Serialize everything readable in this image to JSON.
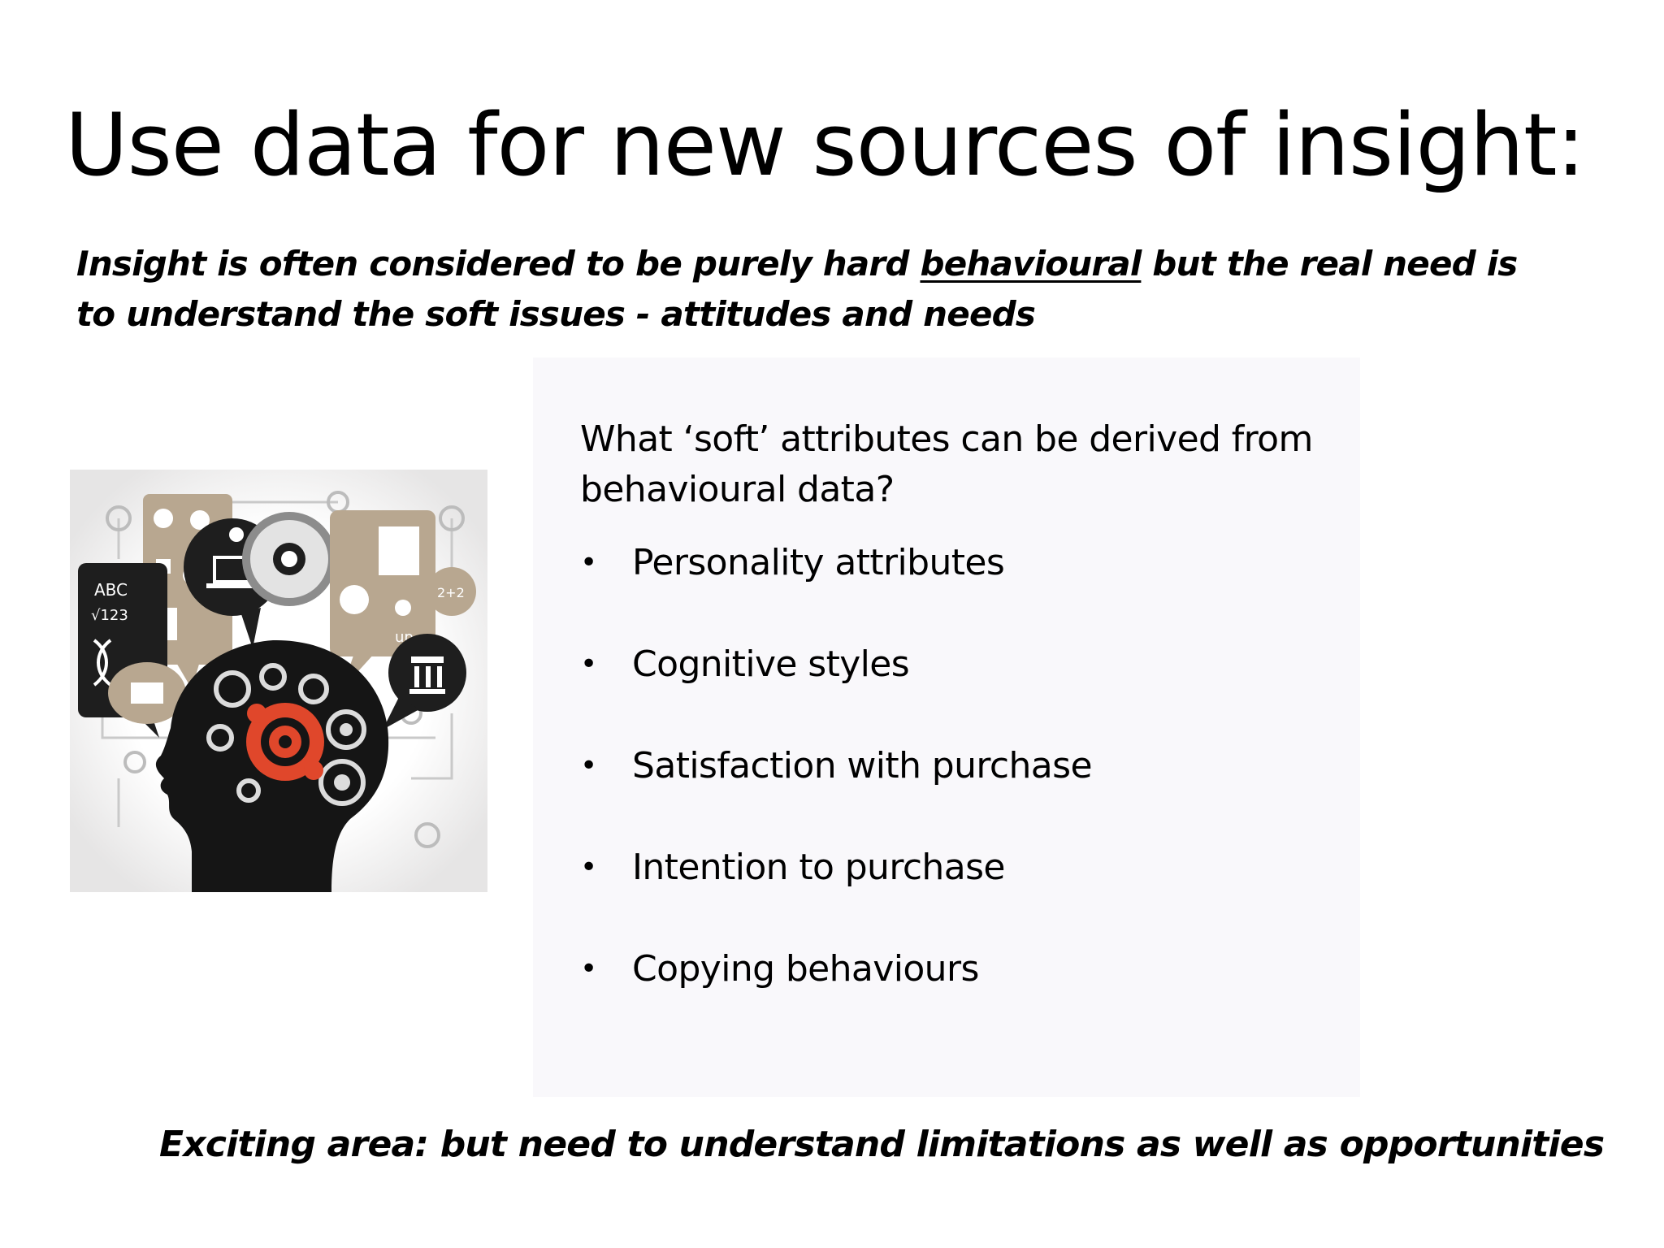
{
  "slide": {
    "title": "Use data for new sources of insight:",
    "subtitle_before": "Insight is often considered to be purely hard ",
    "subtitle_underlined": "behavioural",
    "subtitle_after": " but the real need is to understand the soft issues - attitudes and needs",
    "illustration": {
      "icon": "head-with-gears-and-speech-bubbles-icon",
      "text_items": [
        "ABC",
        "√123",
        "2+2",
        "up"
      ]
    },
    "panel": {
      "question": "What ‘soft’ attributes can be derived from behavioural data?",
      "bullet": "•",
      "items": [
        "Personality attributes",
        "Cognitive styles",
        "Satisfaction with purchase",
        "Intention to purchase",
        "Copying behaviours"
      ]
    },
    "footer": "Exciting area:  but need to understand limitations as well as opportunities"
  },
  "colors": {
    "panel_background": "#f9f8fb",
    "text": "#000000",
    "accent_gear": "#e0472b",
    "bubble_tan": "#b8a790",
    "bubble_dark": "#1e1e1e"
  }
}
